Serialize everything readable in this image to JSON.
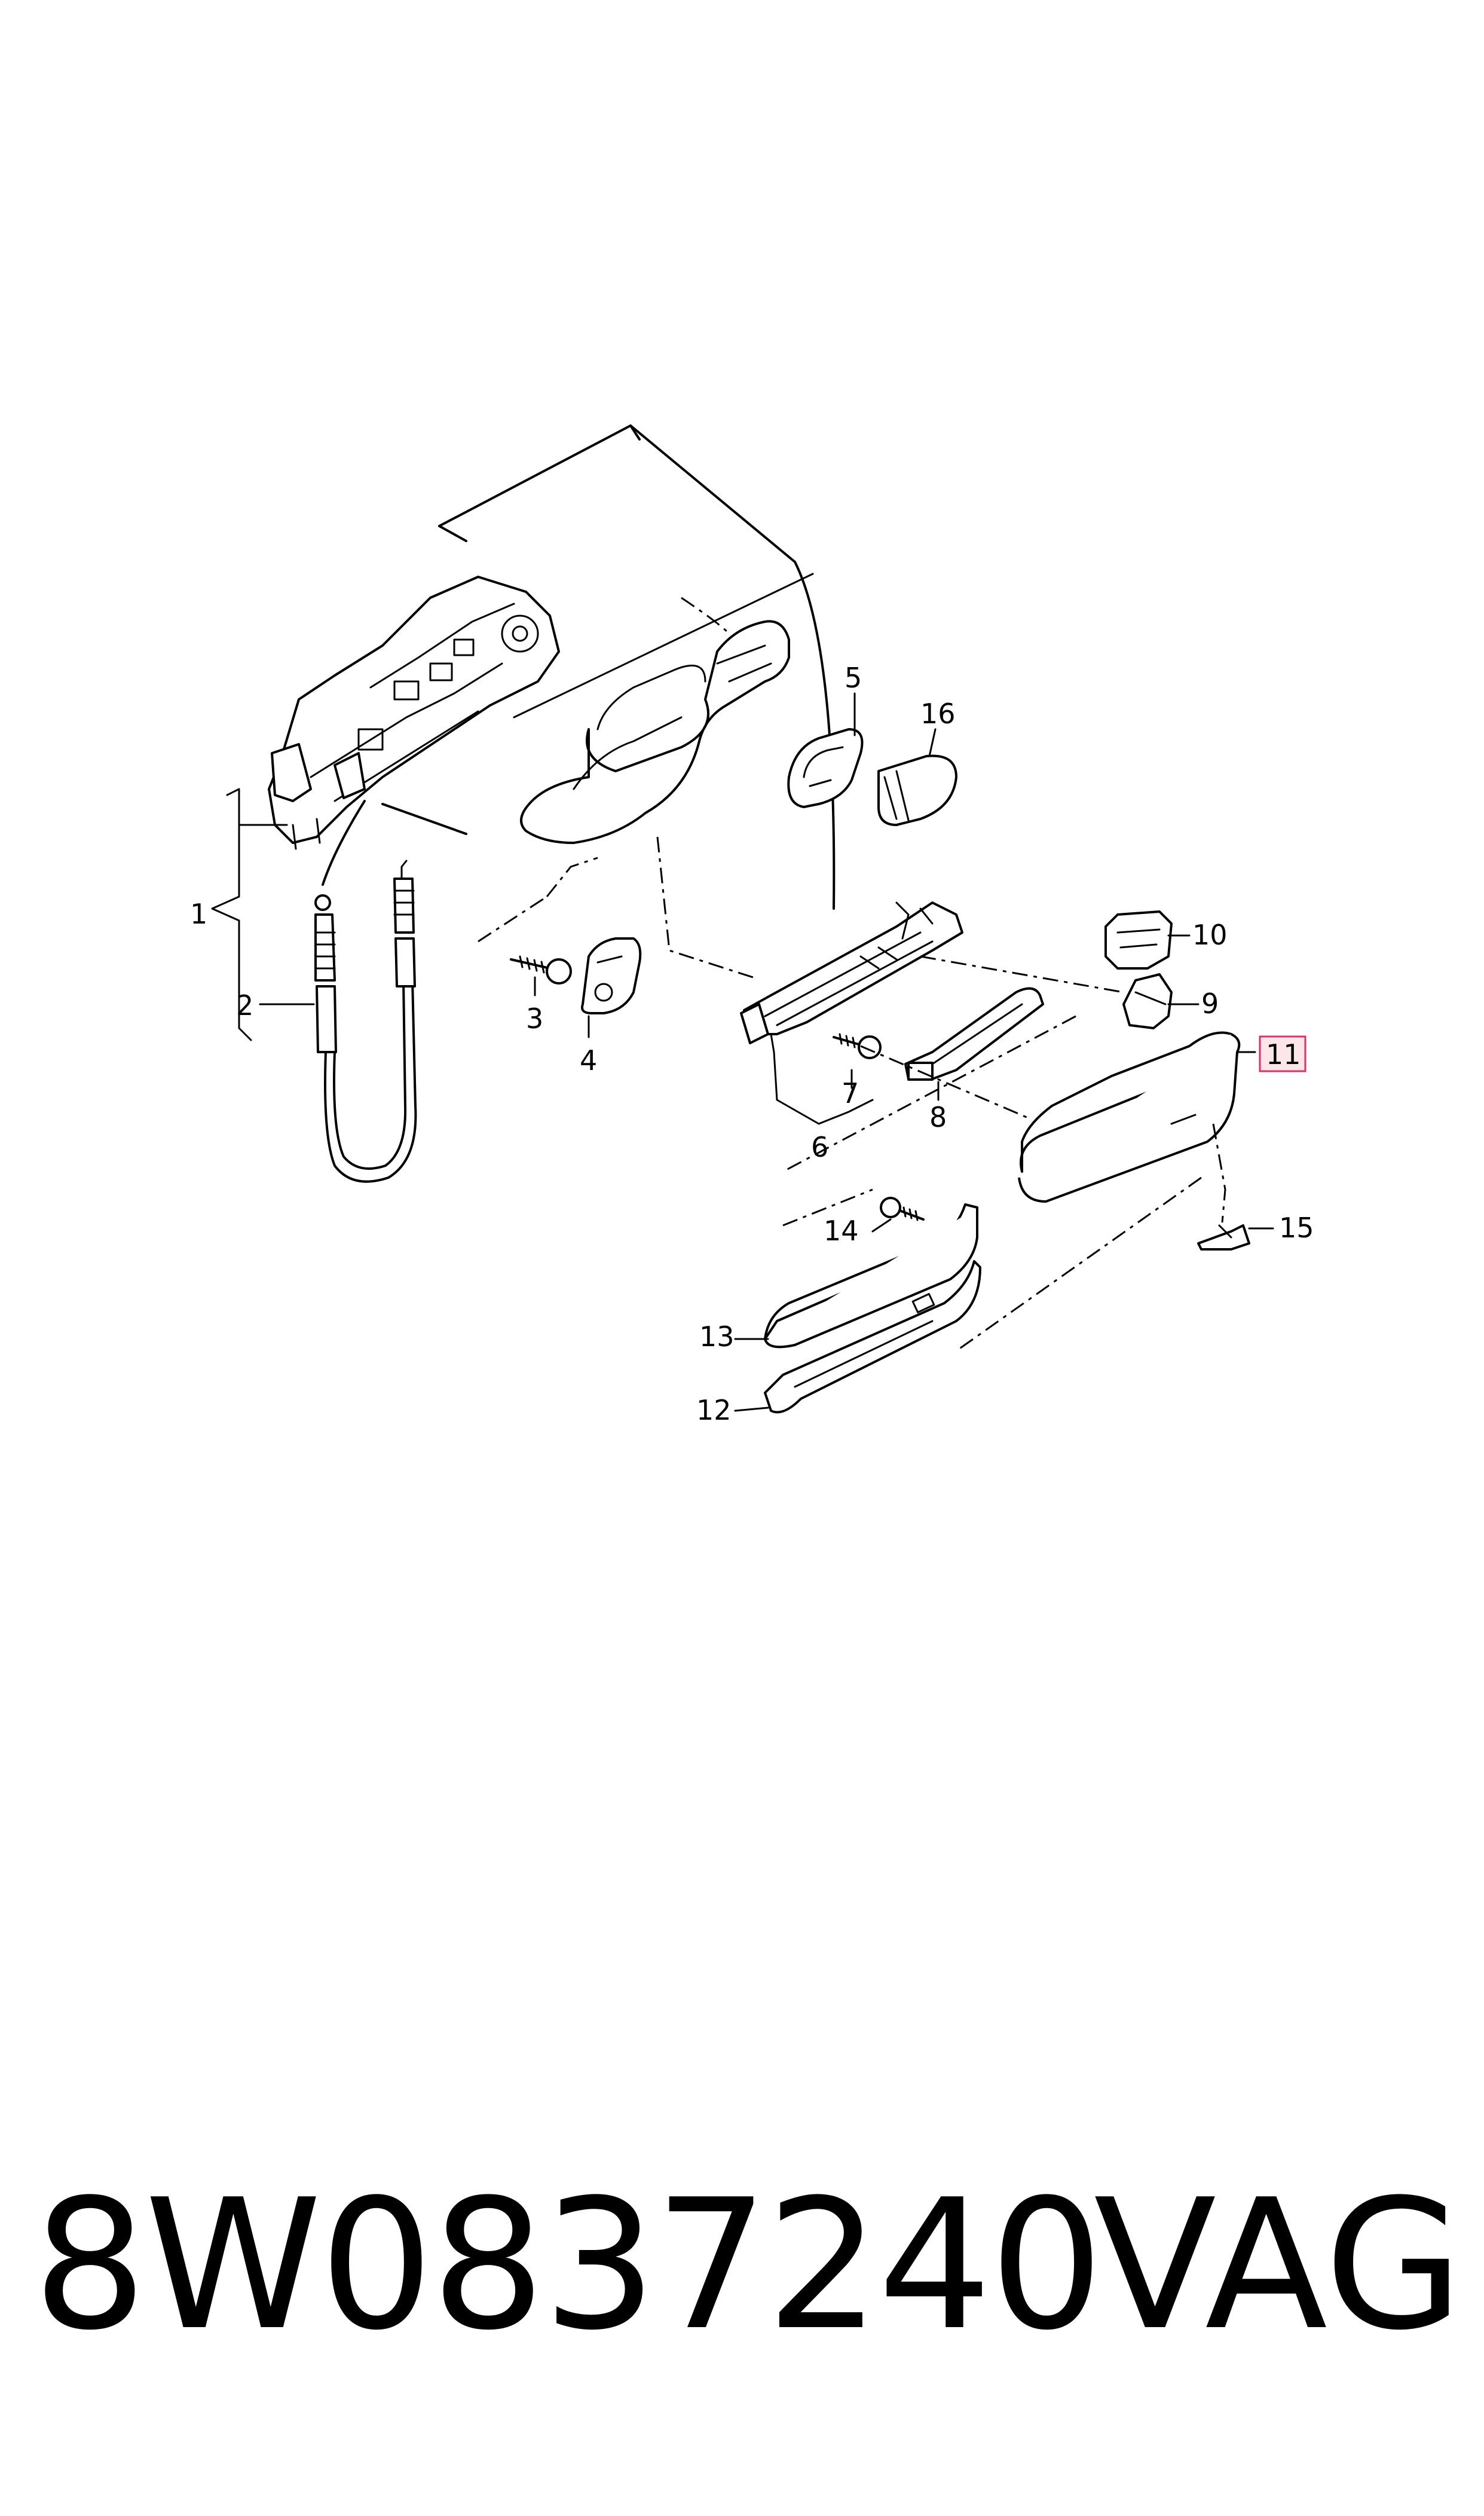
{
  "callouts": [
    "1",
    "2",
    "3",
    "4",
    "5",
    "6",
    "7",
    "8",
    "9",
    "10",
    "11",
    "12",
    "13",
    "14",
    "15",
    "16"
  ],
  "highlighted_callout": "11",
  "part_number": "8W0837240",
  "brand": "VAG",
  "colors": {
    "line": "#000000",
    "highlight_fill": "#fde6ea",
    "highlight_stroke": "#e0306a",
    "background": "#ffffff"
  }
}
